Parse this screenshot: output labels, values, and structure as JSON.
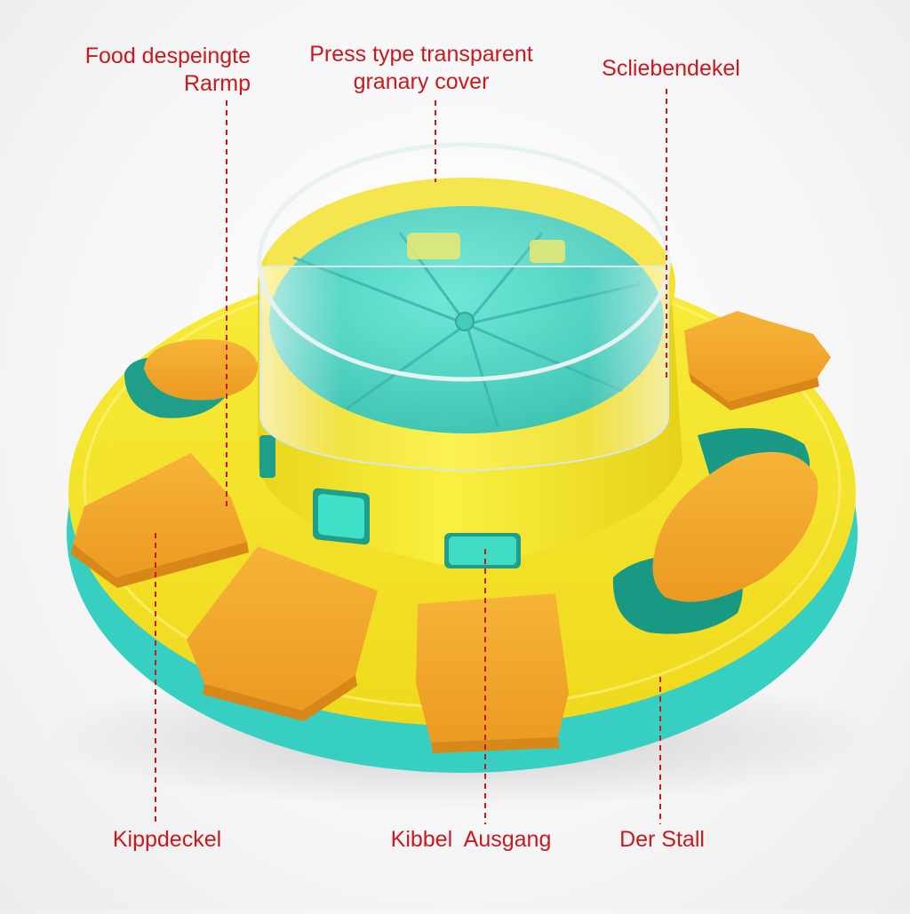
{
  "colors": {
    "label": "#c8191f",
    "yellow": "#f5e52a",
    "orange": "#f2a52a",
    "teal": "#3fd6c8",
    "dark_teal": "#1fa88f",
    "clear_cover": "#e6f4f3"
  },
  "labels": {
    "food_ramp": {
      "line1": "Food despeingte",
      "line2": "Rarmp"
    },
    "press_cover": {
      "line1": "Press type transparent",
      "line2": "granary cover"
    },
    "sliding_lid": "Scliebendekel",
    "tilt_lid": "Kippdeckel",
    "kibble_exit": "Kibbel  Ausgang",
    "stall": "Der Stall"
  }
}
